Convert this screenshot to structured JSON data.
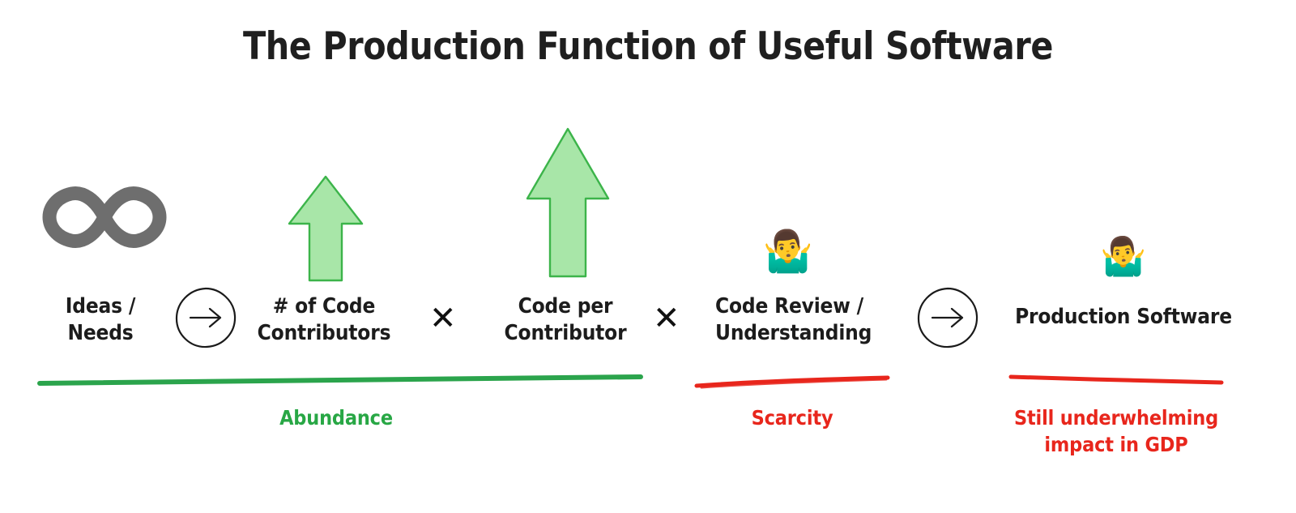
{
  "title": "The Production Function of Useful Software",
  "colors": {
    "title": "#1f1f1f",
    "label": "#1c1c1c",
    "arrow_fill": "#a8e6a8",
    "arrow_stroke": "#3cb44a",
    "infinity": "#6e6e6e",
    "abundance_rule": "#2ba44c",
    "scarcity_rule": "#e8261c",
    "gdp_rule": "#e8261c",
    "abundance_text": "#28a745",
    "scarcity_text": "#e8261c",
    "gdp_text": "#e8261c",
    "ink": "#111111"
  },
  "stages": [
    {
      "key": "ideas",
      "icon": "infinity-icon",
      "icon_glyph": "∞",
      "label_lines": [
        "Ideas /",
        "Needs"
      ]
    },
    {
      "key": "contributors",
      "icon": "up-arrow-icon",
      "label_lines": [
        "# of Code",
        "Contributors"
      ]
    },
    {
      "key": "code-per-contributor",
      "icon": "up-arrow-icon",
      "label_lines": [
        "Code per",
        "Contributor"
      ]
    },
    {
      "key": "code-review",
      "icon": "person-shrugging-emoji",
      "icon_glyph": "🤷‍♂️",
      "label_lines": [
        "Code Review /",
        "Understanding"
      ]
    },
    {
      "key": "production-software",
      "icon": "person-shrugging-emoji",
      "icon_glyph": "🤷‍♂️",
      "label_lines": [
        "Production Software"
      ]
    }
  ],
  "operators": [
    {
      "key": "op-arrow-1",
      "type": "circle-arrow",
      "glyph": "→"
    },
    {
      "key": "op-times-1",
      "type": "times",
      "glyph": "✕"
    },
    {
      "key": "op-times-2",
      "type": "times",
      "glyph": "✕"
    },
    {
      "key": "op-arrow-2",
      "type": "circle-arrow",
      "glyph": "→"
    }
  ],
  "groups": [
    {
      "key": "abundance",
      "rule_color": "#2ba44c",
      "caption_lines": [
        "Abundance"
      ],
      "caption_color": "#28a745"
    },
    {
      "key": "scarcity",
      "rule_color": "#e8261c",
      "caption_lines": [
        "Scarcity"
      ],
      "caption_color": "#e8261c"
    },
    {
      "key": "gdp-impact",
      "rule_color": "#e8261c",
      "caption_lines": [
        "Still underwhelming",
        "impact in GDP"
      ],
      "caption_color": "#e8261c"
    }
  ]
}
